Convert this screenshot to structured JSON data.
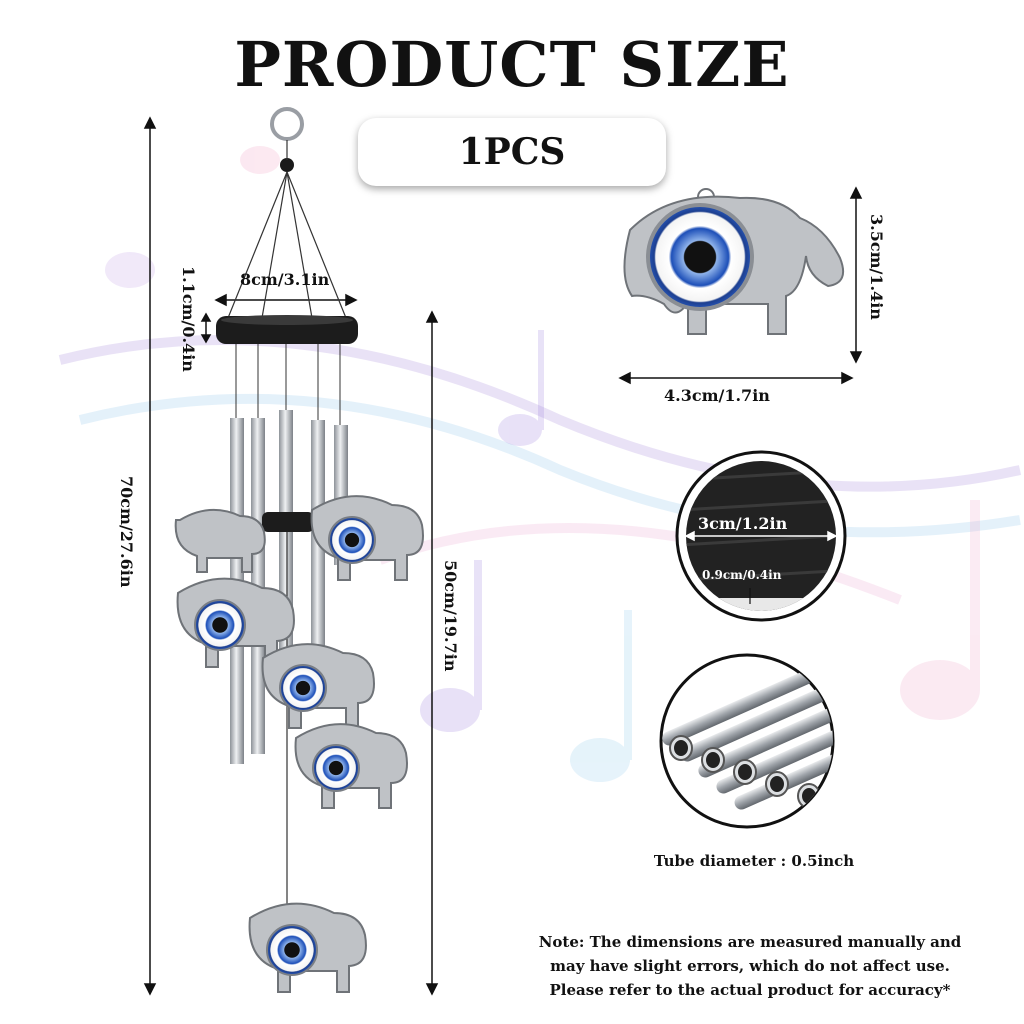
{
  "title": "PRODUCT SIZE",
  "quantity": "1PCS",
  "dimensions": {
    "total_height": "70cm/27.6in",
    "chime_length": "50cm/19.7in",
    "top_width": "8cm/3.1in",
    "top_height": "1.1cm/0.4in",
    "charm_height": "3.5cm/1.4in",
    "charm_width": "4.3cm/1.7in",
    "top_disc_diameter": "3cm/1.2in",
    "top_disc_thickness": "0.9cm/0.4in",
    "tube_diameter": "Tube diameter : 0.5inch"
  },
  "note": {
    "line1": "Note: The dimensions are measured manually and",
    "line2": "may have slight errors, which do not affect use.",
    "line3": "Please refer to the actual product for accuracy*"
  },
  "colors": {
    "accent_eye": "#1d4fb8",
    "metal": "#b8bcc2",
    "wood": "#1c1c1c"
  },
  "icons": [
    "evil-eye-elephant-charm",
    "music-notes-background"
  ]
}
